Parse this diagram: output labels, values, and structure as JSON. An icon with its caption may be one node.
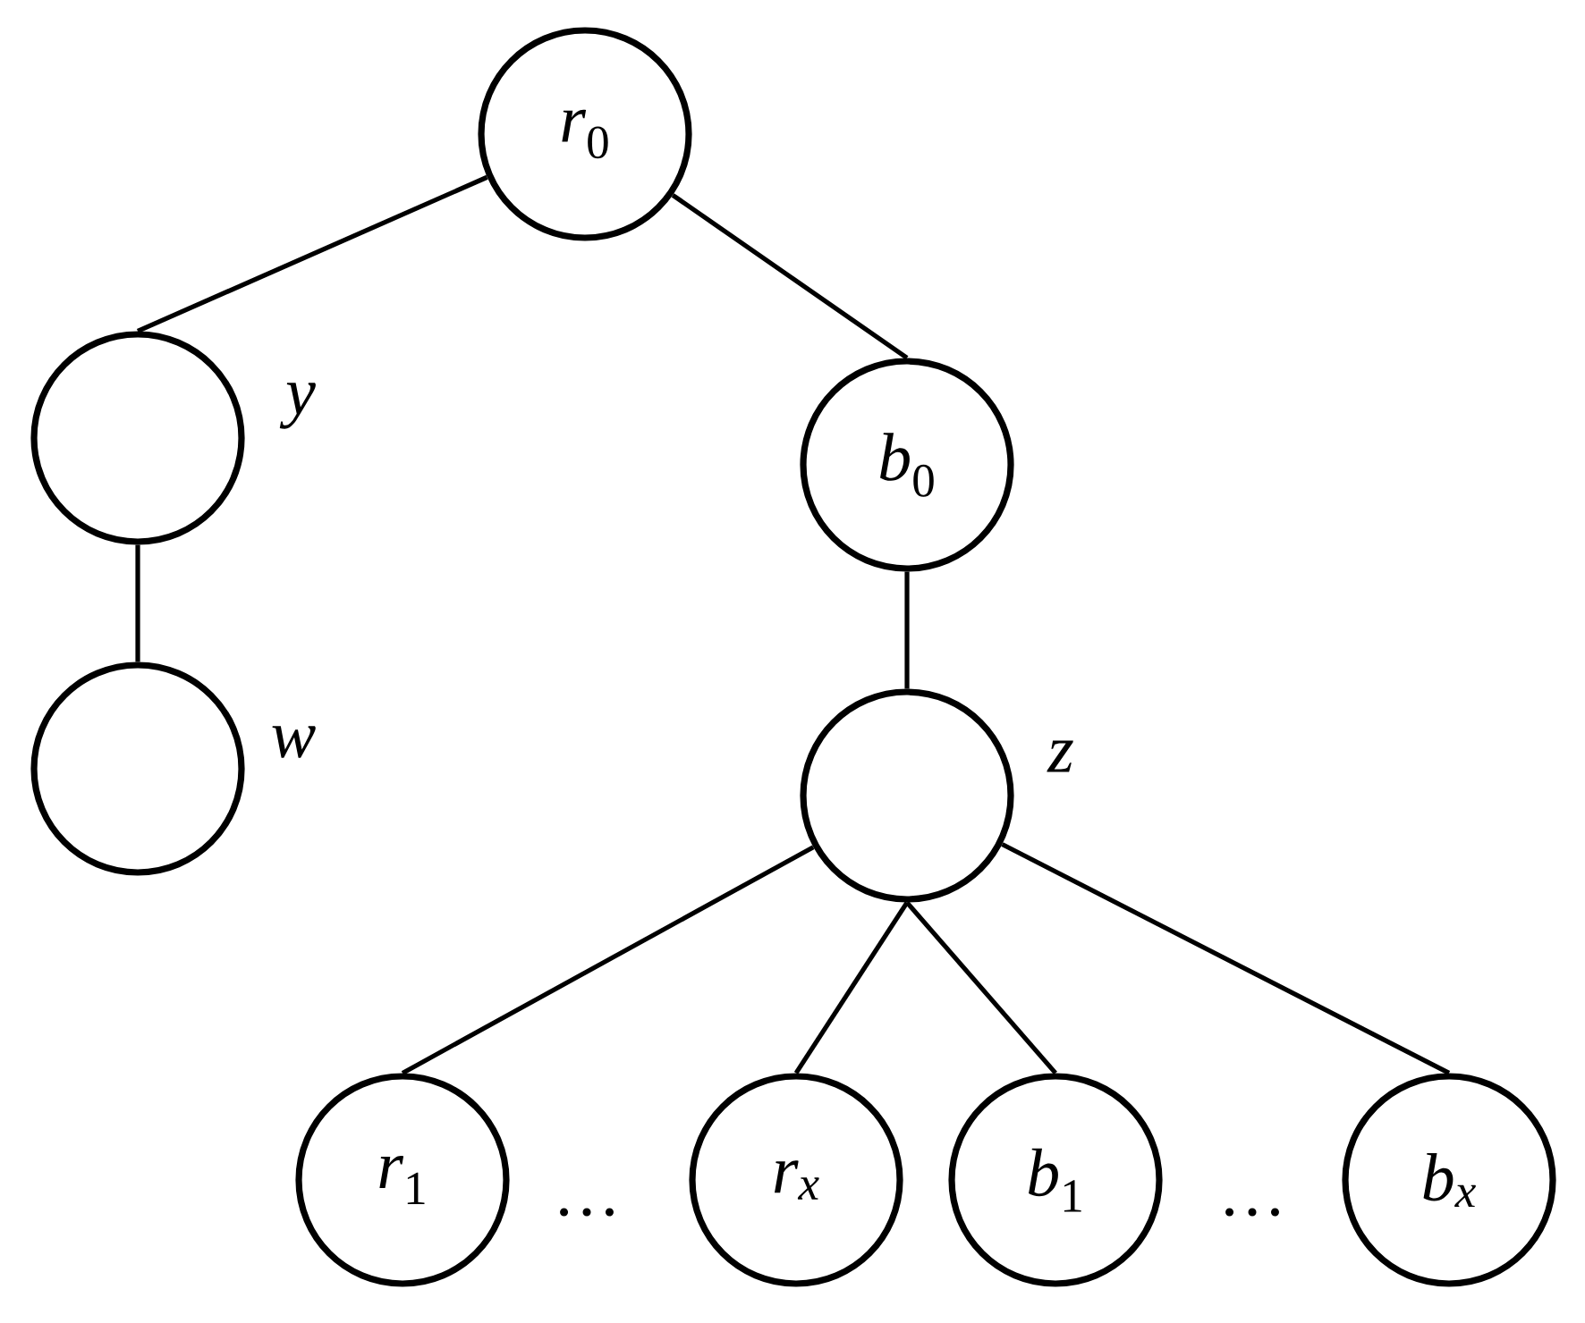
{
  "diagram": {
    "nodes": [
      {
        "text": [
          "*r*$_{0}$"
        ]
      },
      {
        "text": [],
        "shape": "circle",
        "beside": [
          "y"
        ]
      },
      {
        "text": [
          "*b*$_{0}$"
        ]
      },
      {
        "text": [],
        "shape": "circle",
        "beside": [
          "w"
        ]
      },
      {
        "text": [],
        "shape": "circle",
        "beside": [
          "z"
        ]
      },
      {
        "text": [
          "*r*$_{1}$"
        ]
      },
      {
        "text": [
          "*r$_{x}$*"
        ]
      },
      {
        "text": [
          "*b*$_{1}$"
        ]
      },
      {
        "text": [
          "*b$_{x}$*"
        ]
      }
    ],
    "edges": [
      {
        "from": 0,
        "to": 1,
        "arrow": "none"
      },
      {
        "from": 0,
        "to": 2,
        "arrow": "none"
      },
      {
        "from": 1,
        "to": 3,
        "arrow": "none"
      },
      {
        "from": 2,
        "to": 4,
        "arrow": "none"
      },
      {
        "from": 4,
        "to": 5,
        "arrow": "none"
      },
      {
        "from": 4,
        "to": 6,
        "arrow": "none"
      },
      {
        "from": 4,
        "to": 7,
        "arrow": "none"
      },
      {
        "from": 4,
        "to": 8,
        "arrow": "none"
      }
    ],
    "labels": [
      "…",
      "…"
    ]
  }
}
